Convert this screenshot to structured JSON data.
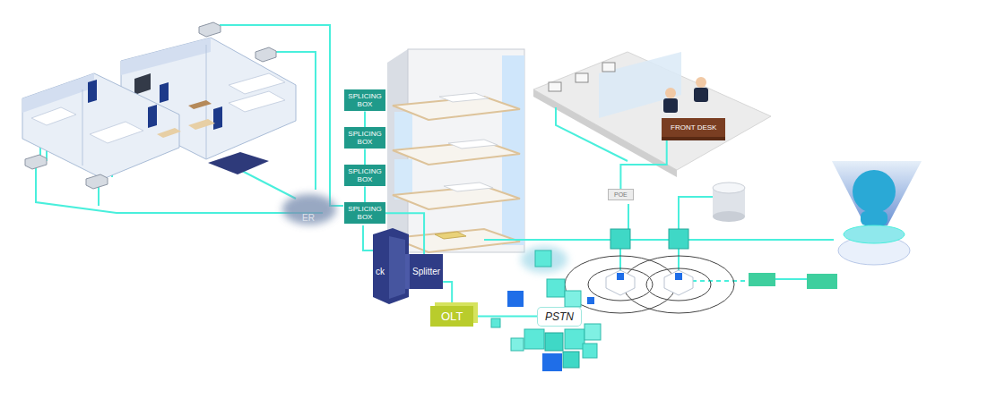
{
  "diagram": {
    "nodes": [
      {
        "text": [
          "SPLICING BOX"
        ]
      },
      {
        "text": [
          "SPLICING BOX"
        ]
      },
      {
        "text": [
          "SPLICING BOX"
        ]
      },
      {
        "text": [
          "SPLICING BOX"
        ]
      },
      {
        "text": [
          "FRONT DESK"
        ]
      },
      {
        "text": [
          "POE"
        ]
      },
      {
        "text": [
          "Splitter"
        ]
      },
      {
        "text": [
          "OLT"
        ]
      },
      {
        "text": [
          "PSTN"
        ]
      }
    ],
    "edges": [
      {
        "from": 0,
        "to": 1,
        "arrow": "none"
      },
      {
        "from": 1,
        "to": 2,
        "arrow": "none"
      },
      {
        "from": 2,
        "to": 3,
        "arrow": "none"
      },
      {
        "from": 3,
        "to": 6,
        "arrow": "none"
      },
      {
        "from": 6,
        "to": 7,
        "arrow": "none"
      },
      {
        "from": 7,
        "to": 8,
        "arrow": "none"
      },
      {
        "from": 4,
        "to": 5,
        "arrow": "none"
      }
    ],
    "labels": [
      "ck",
      "ER"
    ]
  }
}
